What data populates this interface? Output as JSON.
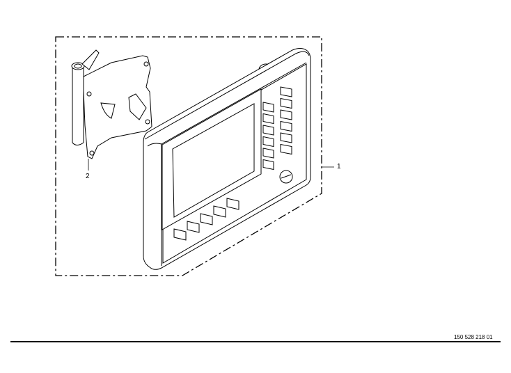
{
  "callouts": {
    "part_1": "1",
    "part_2": "2"
  },
  "footer": {
    "document_number": "150 528 218 01"
  }
}
